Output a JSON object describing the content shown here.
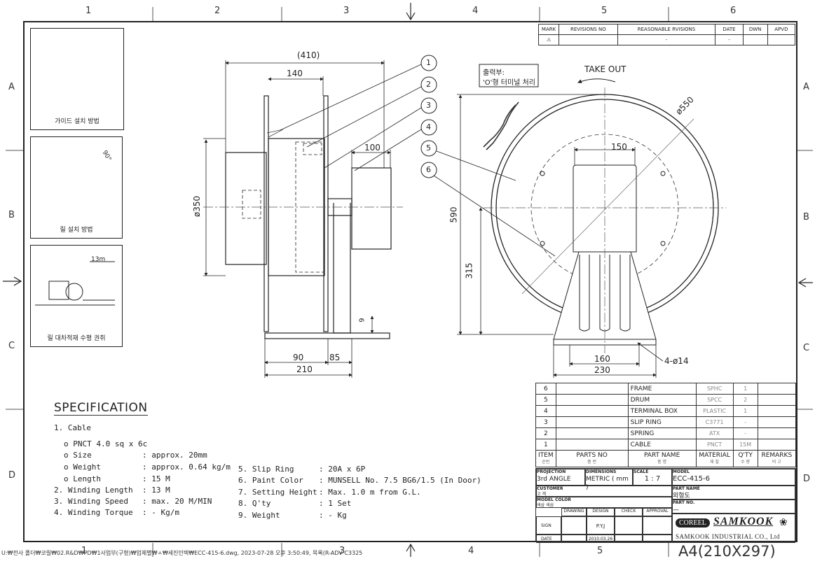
{
  "zones": {
    "columns": [
      "1",
      "2",
      "3",
      "4",
      "5",
      "6"
    ],
    "rows": [
      "A",
      "B",
      "C",
      "D"
    ]
  },
  "revisions": {
    "headers": [
      "MARK",
      "REVISIONS NO",
      "REASONABLE RVISIONS",
      "DATE",
      "DWN",
      "APVD"
    ],
    "row": [
      "⚠",
      "",
      "-",
      "-",
      "",
      ""
    ]
  },
  "insets": [
    {
      "caption": "가이드 설치 방법"
    },
    {
      "caption": "릴 설치 방법",
      "angle": "90°"
    },
    {
      "caption": "릴 대차적재 수평 권취",
      "distance": "13m"
    }
  ],
  "side_view": {
    "overall": "(410)",
    "d140": "140",
    "d100": "100",
    "dia350": "ø350",
    "d9": "9",
    "d90": "90",
    "d85": "85",
    "d210": "210",
    "balloons": [
      "1",
      "2",
      "3",
      "4",
      "5",
      "6"
    ]
  },
  "front_view": {
    "note_line1": "출력부:",
    "note_line2": "'O'형 터미널 처리",
    "take_out": "TAKE OUT",
    "dia550": "ø550",
    "d150": "150",
    "d590": "590",
    "d315": "315",
    "d160": "160",
    "d230": "230",
    "holes": "4-ø14"
  },
  "parts": {
    "rows": [
      {
        "item": "6",
        "no": "",
        "name": "FRAME",
        "material": "SPHC",
        "qty": "1",
        "remarks": ""
      },
      {
        "item": "5",
        "no": "",
        "name": "DRUM",
        "material": "SPCC",
        "qty": "2",
        "remarks": ""
      },
      {
        "item": "4",
        "no": "",
        "name": "TERMINAL BOX",
        "material": "PLASTIC",
        "qty": "1",
        "remarks": ""
      },
      {
        "item": "3",
        "no": "",
        "name": "SLIP RING",
        "material": "C3771",
        "qty": "-",
        "remarks": ""
      },
      {
        "item": "2",
        "no": "",
        "name": "SPRING",
        "material": "ATX",
        "qty": "-",
        "remarks": ""
      },
      {
        "item": "1",
        "no": "",
        "name": "CABLE",
        "material": "PNCT",
        "qty": "15M",
        "remarks": ""
      }
    ],
    "header": {
      "item": "ITEM",
      "item_kr": "순번",
      "no": "PARTS NO",
      "no_kr": "품 번",
      "name": "PART NAME",
      "name_kr": "품 명",
      "material": "MATERIAL",
      "material_kr": "재 질",
      "qty": "Q'TY",
      "qty_kr": "수 량",
      "remarks": "REMARKS",
      "remarks_kr": "비 고"
    }
  },
  "title_block": {
    "projection_label": "PROJECTION",
    "projection_value": "3rd ANGLE",
    "dimensions_label": "DIMENSIONS",
    "dimensions_value": "METRIC ( mm )",
    "scale_label": "SCALE",
    "scale_value": "1 : 7",
    "model_label": "MODEL",
    "model_value": "ECC-415-6",
    "customer_label": "CUSTOMER",
    "customer_kr": "고 객",
    "part_name_label": "PART NAME",
    "part_name_value": "외형도",
    "model_color_label": "MODEL COLOR",
    "model_color_kr": "색상 색상",
    "part_no_label": "PART NO.",
    "part_no_value": "—",
    "drawing": "DRAWING",
    "design": "DESIGN",
    "check": "CHECK",
    "approval": "APPROVAL",
    "sign": "SIGN",
    "date": "DATE",
    "designer": "P.Y.J",
    "date_value": "2010.03.26",
    "logo_coreel": "COREEL",
    "logo_samkook": "SAMKOOK",
    "company": "SAMKOOK INDUSTRIAL CO., Ltd"
  },
  "spec": {
    "title": "SPECIFICATION",
    "left": [
      {
        "label": "1. Cable",
        "value": ""
      },
      {
        "label": "  o PNCT  4.0 sq x 6c",
        "value": ""
      },
      {
        "label": "  o Size",
        "value": ":  approx. 20mm"
      },
      {
        "label": "  o Weight",
        "value": ":  approx. 0.64 kg/m"
      },
      {
        "label": "  o Length",
        "value": ":  15 M"
      },
      {
        "label": "2. Winding Length",
        "value": ":  13 M"
      },
      {
        "label": "3. Winding Speed",
        "value": ":  max. 20 M/MIN"
      },
      {
        "label": "4. Winding Torque",
        "value": ":  - Kg/m"
      }
    ],
    "right": [
      {
        "label": "5. Slip Ring",
        "value": ":  20A x 6P"
      },
      {
        "label": "6. Paint Color",
        "value": ":  MUNSELL No. 7.5 BG6/1.5 (In Door)"
      },
      {
        "label": "7. Setting Height",
        "value": ":  Max. 1.0 m from G.L."
      },
      {
        "label": "8. Q'ty",
        "value": ":  1 Set"
      },
      {
        "label": "9. Weight",
        "value": ":  - Kg"
      }
    ]
  },
  "footer": {
    "path": "U:₩전사 폴더₩코릴₩02.R&D₩PD₩1사업부(구형)₩업체별₩ㅅ₩세진인텍₩ECC-415-6.dwg, 2023-07-28 오후 3:50:49, 목록(R-ADV C3325",
    "paper": "A4(210X297)"
  }
}
